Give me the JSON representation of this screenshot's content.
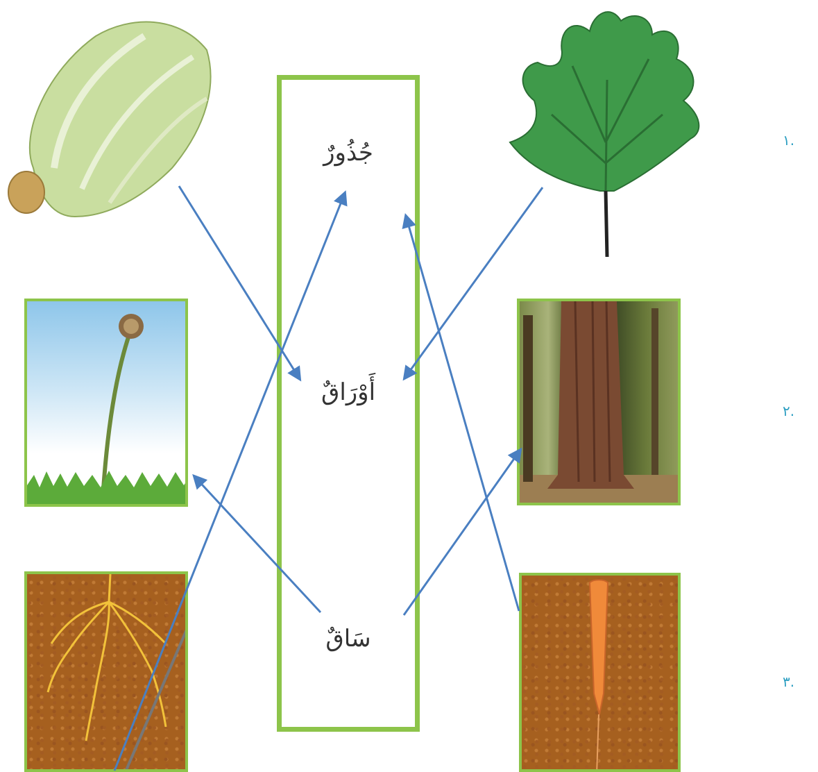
{
  "words": {
    "roots": "جُذُورٌ",
    "leaves": "أَوْرَاقٌ",
    "stem": "سَاقٌ"
  },
  "numbers": {
    "n1": ".١",
    "n2": ".٢",
    "n3": ".٣"
  },
  "colors": {
    "frame_green": "#8dc44a",
    "arrow_blue": "#4a7fc1",
    "number_blue": "#2d9fc2"
  },
  "images": [
    {
      "name": "lettuce",
      "icon": "lettuce-icon"
    },
    {
      "name": "grape-leaf",
      "icon": "leaf-icon"
    },
    {
      "name": "dandelion",
      "icon": "dandelion-icon"
    },
    {
      "name": "tree-trunk",
      "icon": "tree-trunk-icon"
    },
    {
      "name": "fibrous-roots",
      "icon": "roots-icon"
    },
    {
      "name": "carrot",
      "icon": "carrot-icon"
    }
  ]
}
